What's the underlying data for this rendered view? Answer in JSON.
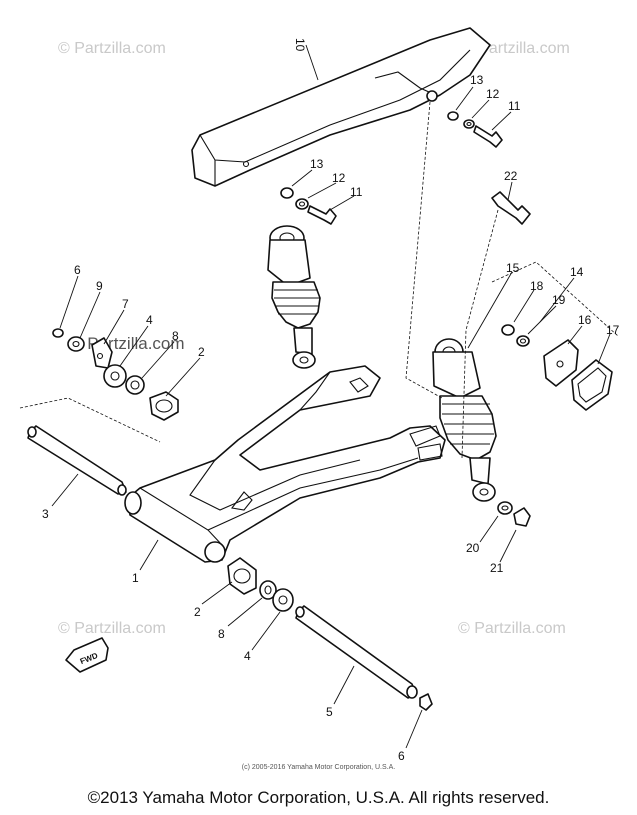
{
  "watermark": "© Partzilla.com",
  "callouts": {
    "c1": "1",
    "c2a": "2",
    "c2b": "2",
    "c3": "3",
    "c4a": "4",
    "c4b": "4",
    "c5": "5",
    "c6a": "6",
    "c6b": "6",
    "c7": "7",
    "c8a": "8",
    "c8b": "8",
    "c9": "9",
    "c10": "10",
    "c11a": "11",
    "c11b": "11",
    "c12a": "12",
    "c12b": "12",
    "c13a": "13",
    "c13b": "13",
    "c14": "14",
    "c15": "15",
    "c16": "16",
    "c17": "17",
    "c18": "18",
    "c19": "19",
    "c20": "20",
    "c21": "21",
    "c22": "22"
  },
  "fwd_label": "FWD",
  "small_copyright": "(c) 2005-2016 Yamaha Motor Corporation, U.S.A.",
  "footer_copyright": "©2013 Yamaha Motor Corporation, U.S.A. All rights reserved."
}
